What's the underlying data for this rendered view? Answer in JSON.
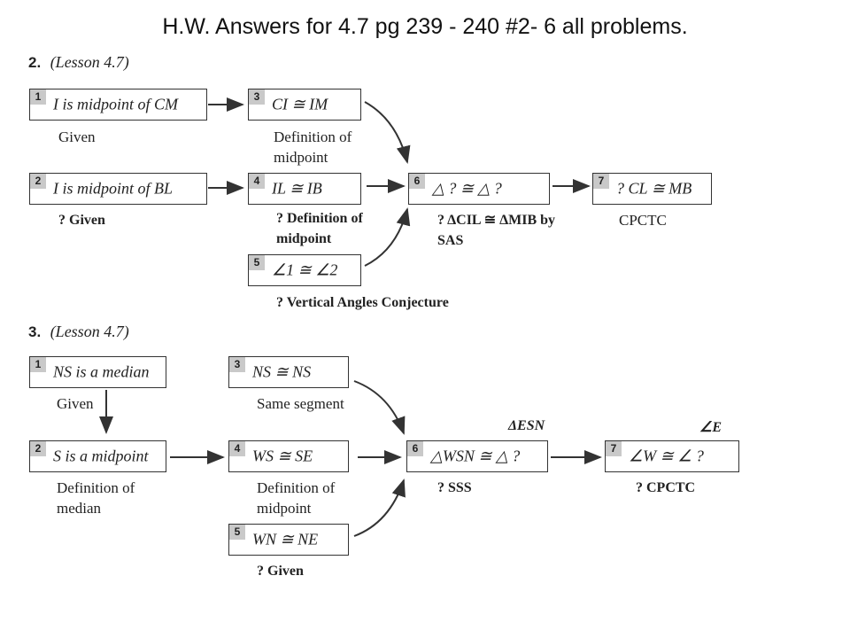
{
  "title": "H.W. Answers for 4.7 pg 239 - 240 #2- 6 all problems.",
  "problems": [
    {
      "number": "2.",
      "lesson": "(Lesson 4.7)",
      "steps": [
        {
          "n": "1",
          "statement": "I is midpoint of CM",
          "reason": "Given"
        },
        {
          "n": "2",
          "statement": "I is midpoint of BL",
          "reason": "? Given"
        },
        {
          "n": "3",
          "statement": "CI ≅ IM",
          "reason": "Definition of midpoint"
        },
        {
          "n": "4",
          "statement": "IL ≅ IB",
          "reason": "? Definition of midpoint"
        },
        {
          "n": "5",
          "statement": "∠1 ≅ ∠2",
          "reason": "? Vertical Angles Conjecture"
        },
        {
          "n": "6",
          "statement": "△ ? ≅ △ ?",
          "reason": "? ΔCIL ≅ ΔMIB by SAS"
        },
        {
          "n": "7",
          "statement": "? CL ≅ MB",
          "reason": "CPCTC"
        }
      ]
    },
    {
      "number": "3.",
      "lesson": "(Lesson 4.7)",
      "steps": [
        {
          "n": "1",
          "statement": "NS is a median",
          "reason": "Given"
        },
        {
          "n": "2",
          "statement": "S is a midpoint",
          "reason": "Definition of median"
        },
        {
          "n": "3",
          "statement": "NS ≅ NS",
          "reason": "Same segment"
        },
        {
          "n": "4",
          "statement": "WS ≅ SE",
          "reason": "Definition of midpoint"
        },
        {
          "n": "5",
          "statement": "WN ≅ NE",
          "reason": "? Given"
        },
        {
          "n": "6",
          "statement": "△WSN ≅ △ ?",
          "reason": "? SSS",
          "answer": "ΔESN"
        },
        {
          "n": "7",
          "statement": "∠W ≅ ∠ ?",
          "reason": "? CPCTC",
          "answer": "∠E"
        }
      ]
    }
  ]
}
